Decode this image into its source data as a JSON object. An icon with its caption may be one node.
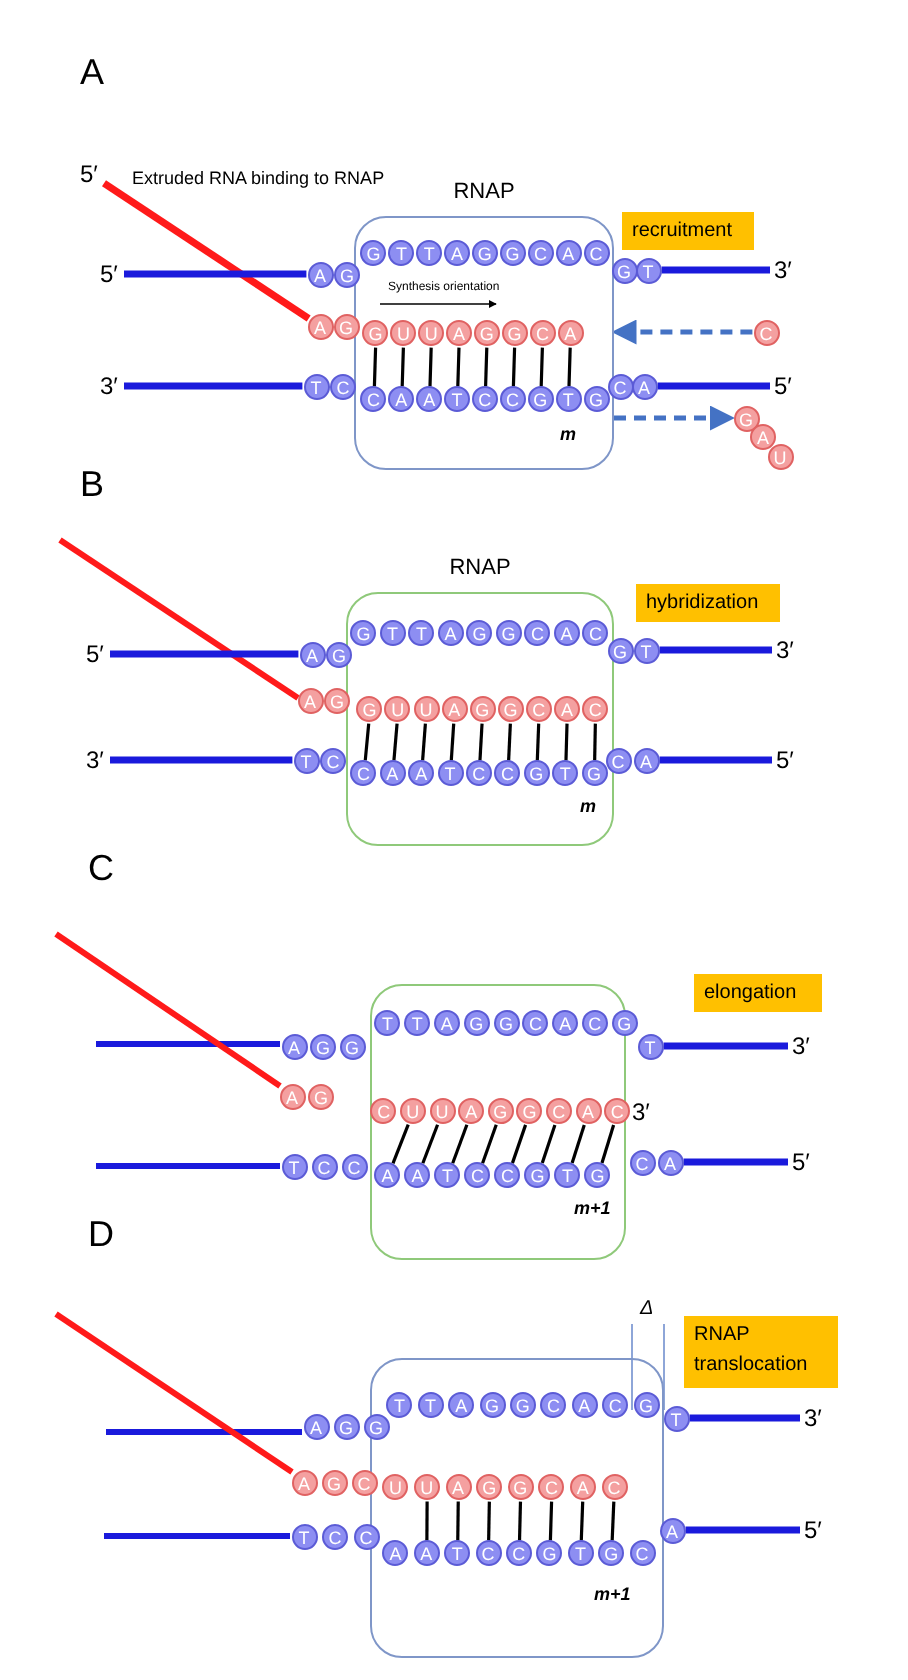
{
  "diagram": {
    "nodes": [
      {
        "text": [
          "RNAP"
        ]
      },
      {
        "text": [
          "recruitment"
        ]
      },
      {
        "text": [
          "A"
        ]
      },
      {
        "text": [
          "G"
        ]
      },
      {
        "text": [
          "G"
        ],
        "in": 0
      },
      {
        "text": [
          "T"
        ],
        "in": 0
      },
      {
        "text": [
          "T"
        ],
        "in": 0
      },
      {
        "text": [
          "A"
        ],
        "in": 0
      },
      {
        "text": [
          "G"
        ],
        "in": 0
      },
      {
        "text": [
          "G"
        ],
        "in": 0
      },
      {
        "text": [
          "C"
        ],
        "in": 0
      },
      {
        "text": [
          "A"
        ],
        "in": 0
      },
      {
        "text": [
          "C"
        ],
        "in": 0
      },
      {
        "text": [
          "G"
        ]
      },
      {
        "text": [
          "T"
        ]
      },
      {
        "text": [
          "A"
        ]
      },
      {
        "text": [
          "G"
        ]
      },
      {
        "text": [
          "G"
        ],
        "in": 0
      },
      {
        "text": [
          "U"
        ],
        "in": 0
      },
      {
        "text": [
          "U"
        ],
        "in": 0
      },
      {
        "text": [
          "A"
        ],
        "in": 0
      },
      {
        "text": [
          "G"
        ],
        "in": 0
      },
      {
        "text": [
          "G"
        ],
        "in": 0
      },
      {
        "text": [
          "C"
        ],
        "in": 0
      },
      {
        "text": [
          "A"
        ],
        "in": 0
      },
      {
        "text": [
          "T"
        ]
      },
      {
        "text": [
          "C"
        ]
      },
      {
        "text": [
          "C"
        ],
        "in": 0
      },
      {
        "text": [
          "A"
        ],
        "in": 0
      },
      {
        "text": [
          "A"
        ],
        "in": 0
      },
      {
        "text": [
          "T"
        ],
        "in": 0
      },
      {
        "text": [
          "C"
        ],
        "in": 0
      },
      {
        "text": [
          "C"
        ],
        "in": 0
      },
      {
        "text": [
          "G"
        ],
        "in": 0
      },
      {
        "text": [
          "T"
        ],
        "in": 0
      },
      {
        "text": [
          "G"
        ],
        "in": 0
      },
      {
        "text": [
          "C"
        ]
      },
      {
        "text": [
          "A"
        ]
      },
      {
        "text": [
          "C"
        ]
      },
      {
        "text": [
          "G"
        ]
      },
      {
        "text": [
          "A"
        ]
      },
      {
        "text": [
          "U"
        ]
      },
      {
        "text": [
          "RNAP"
        ]
      },
      {
        "text": [
          "hybridization"
        ]
      },
      {
        "text": [
          "A"
        ]
      },
      {
        "text": [
          "G"
        ]
      },
      {
        "text": [
          "G"
        ],
        "in": 42
      },
      {
        "text": [
          "T"
        ],
        "in": 42
      },
      {
        "text": [
          "T"
        ],
        "in": 42
      },
      {
        "text": [
          "A"
        ],
        "in": 42
      },
      {
        "text": [
          "G"
        ],
        "in": 42
      },
      {
        "text": [
          "G"
        ],
        "in": 42
      },
      {
        "text": [
          "C"
        ],
        "in": 42
      },
      {
        "text": [
          "A"
        ],
        "in": 42
      },
      {
        "text": [
          "C"
        ],
        "in": 42
      },
      {
        "text": [
          "G"
        ]
      },
      {
        "text": [
          "T"
        ]
      },
      {
        "text": [
          "A"
        ]
      },
      {
        "text": [
          "G"
        ]
      },
      {
        "text": [
          "G"
        ],
        "in": 42
      },
      {
        "text": [
          "U"
        ],
        "in": 42
      },
      {
        "text": [
          "U"
        ],
        "in": 42
      },
      {
        "text": [
          "A"
        ],
        "in": 42
      },
      {
        "text": [
          "G"
        ],
        "in": 42
      },
      {
        "text": [
          "G"
        ],
        "in": 42
      },
      {
        "text": [
          "C"
        ],
        "in": 42
      },
      {
        "text": [
          "A"
        ],
        "in": 42
      },
      {
        "text": [
          "C"
        ],
        "in": 42
      },
      {
        "text": [
          "T"
        ]
      },
      {
        "text": [
          "C"
        ]
      },
      {
        "text": [
          "C"
        ],
        "in": 42
      },
      {
        "text": [
          "A"
        ],
        "in": 42
      },
      {
        "text": [
          "A"
        ],
        "in": 42
      },
      {
        "text": [
          "T"
        ],
        "in": 42
      },
      {
        "text": [
          "C"
        ],
        "in": 42
      },
      {
        "text": [
          "C"
        ],
        "in": 42
      },
      {
        "text": [
          "G"
        ],
        "in": 42
      },
      {
        "text": [
          "T"
        ],
        "in": 42
      },
      {
        "text": [
          "G"
        ],
        "in": 42
      },
      {
        "text": [
          "C"
        ]
      },
      {
        "text": [
          "A"
        ]
      },
      {
        "text": [],
        "shape": "box"
      },
      {
        "text": [
          "elongation"
        ]
      },
      {
        "text": [
          "A"
        ]
      },
      {
        "text": [
          "G"
        ]
      },
      {
        "text": [
          "G"
        ]
      },
      {
        "text": [
          "T"
        ],
        "in": 81
      },
      {
        "text": [
          "T"
        ],
        "in": 81
      },
      {
        "text": [
          "A"
        ],
        "in": 81
      },
      {
        "text": [
          "G"
        ],
        "in": 81
      },
      {
        "text": [
          "G"
        ],
        "in": 81
      },
      {
        "text": [
          "C"
        ],
        "in": 81
      },
      {
        "text": [
          "A"
        ],
        "in": 81
      },
      {
        "text": [
          "C"
        ],
        "in": 81
      },
      {
        "text": [
          "G"
        ],
        "in": 81
      },
      {
        "text": [
          "T"
        ]
      },
      {
        "text": [
          "A"
        ]
      },
      {
        "text": [
          "G"
        ]
      },
      {
        "text": [
          "C"
        ],
        "in": 81
      },
      {
        "text": [
          "U"
        ],
        "in": 81
      },
      {
        "text": [
          "U"
        ],
        "in": 81
      },
      {
        "text": [
          "A"
        ],
        "in": 81
      },
      {
        "text": [
          "G"
        ],
        "in": 81
      },
      {
        "text": [
          "G"
        ],
        "in": 81
      },
      {
        "text": [
          "C"
        ],
        "in": 81
      },
      {
        "text": [
          "A"
        ],
        "in": 81
      },
      {
        "text": [
          "C"
        ],
        "in": 81,
        "beside": [
          "3′"
        ]
      },
      {
        "text": [
          "T"
        ]
      },
      {
        "text": [
          "C"
        ]
      },
      {
        "text": [
          "C"
        ]
      },
      {
        "text": [
          "A"
        ],
        "in": 81
      },
      {
        "text": [
          "A"
        ],
        "in": 81
      },
      {
        "text": [
          "T"
        ],
        "in": 81
      },
      {
        "text": [
          "C"
        ],
        "in": 81
      },
      {
        "text": [
          "C"
        ],
        "in": 81
      },
      {
        "text": [
          "G"
        ],
        "in": 81
      },
      {
        "text": [
          "T"
        ],
        "in": 81
      },
      {
        "text": [
          "G"
        ],
        "in": 81
      },
      {
        "text": [
          "C"
        ]
      },
      {
        "text": [
          "A"
        ]
      },
      {
        "text": [],
        "shape": "box"
      },
      {
        "text": [
          "RNAP translocation"
        ]
      },
      {
        "text": [
          "A"
        ]
      },
      {
        "text": [
          "G"
        ]
      },
      {
        "text": [
          "G"
        ]
      },
      {
        "text": [
          "T"
        ],
        "in": 120
      },
      {
        "text": [
          "T"
        ],
        "in": 120
      },
      {
        "text": [
          "A"
        ],
        "in": 120
      },
      {
        "text": [
          "G"
        ],
        "in": 120
      },
      {
        "text": [
          "G"
        ],
        "in": 120
      },
      {
        "text": [
          "C"
        ],
        "in": 120
      },
      {
        "text": [
          "A"
        ],
        "in": 120
      },
      {
        "text": [
          "C"
        ],
        "in": 120
      },
      {
        "text": [
          "G"
        ],
        "in": 120
      },
      {
        "text": [
          "T"
        ]
      },
      {
        "text": [
          "A"
        ]
      },
      {
        "text": [
          "G"
        ]
      },
      {
        "text": [
          "C"
        ]
      },
      {
        "text": [
          "U"
        ],
        "in": 120
      },
      {
        "text": [
          "U"
        ],
        "in": 120
      },
      {
        "text": [
          "A"
        ],
        "in": 120
      },
      {
        "text": [
          "G"
        ],
        "in": 120
      },
      {
        "text": [
          "G"
        ],
        "in": 120
      },
      {
        "text": [
          "C"
        ],
        "in": 120
      },
      {
        "text": [
          "A"
        ],
        "in": 120
      },
      {
        "text": [
          "C"
        ],
        "in": 120
      },
      {
        "text": [
          "T"
        ]
      },
      {
        "text": [
          "C"
        ]
      },
      {
        "text": [
          "C"
        ]
      },
      {
        "text": [
          "A"
        ],
        "in": 120
      },
      {
        "text": [
          "A"
        ],
        "in": 120
      },
      {
        "text": [
          "T"
        ],
        "in": 120
      },
      {
        "text": [
          "C"
        ],
        "in": 120
      },
      {
        "text": [
          "C"
        ],
        "in": 120
      },
      {
        "text": [
          "G"
        ],
        "in": 120
      },
      {
        "text": [
          "T"
        ],
        "in": 120
      },
      {
        "text": [
          "G"
        ],
        "in": 120
      },
      {
        "text": [
          "C"
        ],
        "in": 120
      },
      {
        "text": [
          "A"
        ]
      },
      {
        "text": [
          "5′"
        ]
      },
      {
        "text": [
          "5′"
        ]
      },
      {
        "text": [
          "3′"
        ]
      },
      {
        "text": [
          "3′"
        ]
      },
      {
        "text": [
          "5′"
        ]
      },
      {
        "text": [
          "5′"
        ]
      },
      {
        "text": [
          "3′"
        ]
      },
      {
        "text": [
          "3′"
        ]
      },
      {
        "text": [
          "5′"
        ]
      },
      {
        "text": [
          "3′"
        ]
      },
      {
        "text": [
          "5′"
        ]
      },
      {
        "text": [
          "3′"
        ]
      },
      {
        "text": [
          "5′"
        ]
      }
    ],
    "edges": [
      {
        "from": 38,
        "to": 0,
        "arrow": "to",
        "style": "dashed",
        "color": "#4472c4"
      },
      {
        "from": 0,
        "to": 39,
        "arrow": "to",
        "style": "dashed",
        "color": "#4472c4"
      },
      {
        "from": 17,
        "to": 27,
        "arrow": "none"
      },
      {
        "from": 18,
        "to": 28,
        "arrow": "none"
      },
      {
        "from": 19,
        "to": 29,
        "arrow": "none"
      },
      {
        "from": 20,
        "to": 30,
        "arrow": "none"
      },
      {
        "from": 21,
        "to": 31,
        "arrow": "none"
      },
      {
        "from": 22,
        "to": 32,
        "arrow": "none"
      },
      {
        "from": 23,
        "to": 33,
        "arrow": "none"
      },
      {
        "from": 24,
        "to": 34,
        "arrow": "none"
      },
      {
        "from": 59,
        "to": 70,
        "arrow": "none"
      },
      {
        "from": 60,
        "to": 71,
        "arrow": "none"
      },
      {
        "from": 61,
        "to": 72,
        "arrow": "none"
      },
      {
        "from": 62,
        "to": 73,
        "arrow": "none"
      },
      {
        "from": 63,
        "to": 74,
        "arrow": "none"
      },
      {
        "from": 64,
        "to": 75,
        "arrow": "none"
      },
      {
        "from": 65,
        "to": 76,
        "arrow": "none"
      },
      {
        "from": 66,
        "to": 77,
        "arrow": "none"
      },
      {
        "from": 67,
        "to": 78,
        "arrow": "none"
      },
      {
        "from": 99,
        "to": 110,
        "arrow": "none"
      },
      {
        "from": 100,
        "to": 111,
        "arrow": "none"
      },
      {
        "from": 101,
        "to": 112,
        "arrow": "none"
      },
      {
        "from": 102,
        "to": 113,
        "arrow": "none"
      },
      {
        "from": 103,
        "to": 114,
        "arrow": "none"
      },
      {
        "from": 104,
        "to": 115,
        "arrow": "none"
      },
      {
        "from": 105,
        "to": 116,
        "arrow": "none"
      },
      {
        "from": 106,
        "to": 117,
        "arrow": "none"
      },
      {
        "from": 139,
        "to": 150,
        "arrow": "none"
      },
      {
        "from": 140,
        "to": 151,
        "arrow": "none"
      },
      {
        "from": 141,
        "to": 152,
        "arrow": "none"
      },
      {
        "from": 142,
        "to": 153,
        "arrow": "none"
      },
      {
        "from": 143,
        "to": 154,
        "arrow": "none"
      },
      {
        "from": 144,
        "to": 155,
        "arrow": "none"
      },
      {
        "from": 145,
        "to": 156,
        "arrow": "none"
      },
      {
        "from": 159,
        "to": 15,
        "arrow": "none",
        "style": "thick",
        "color": "#ff1a1a"
      },
      {
        "from": 160,
        "to": 2,
        "arrow": "none",
        "style": "thick",
        "color": "#1a1adc"
      },
      {
        "from": 14,
        "to": 161,
        "arrow": "none",
        "style": "thick",
        "color": "#1a1adc"
      },
      {
        "from": 162,
        "to": 25,
        "arrow": "none",
        "style": "thick",
        "color": "#1a1adc"
      },
      {
        "from": 37,
        "to": 163,
        "arrow": "none",
        "style": "thick",
        "color": "#1a1adc"
      },
      {
        "from": 164,
        "to": 44,
        "arrow": "none",
        "style": "thick",
        "color": "#1a1adc"
      },
      {
        "from": 56,
        "to": 165,
        "arrow": "none",
        "style": "thick",
        "color": "#1a1adc"
      },
      {
        "from": 166,
        "to": 68,
        "arrow": "none",
        "style": "thick",
        "color": "#1a1adc"
      },
      {
        "from": 80,
        "to": 167,
        "arrow": "none",
        "style": "thick",
        "color": "#1a1adc"
      },
      {
        "from": 95,
        "to": 168,
        "arrow": "none",
        "style": "thick",
        "color": "#1a1adc"
      },
      {
        "from": 119,
        "to": 169,
        "arrow": "none",
        "style": "thick",
        "color": "#1a1adc"
      },
      {
        "from": 134,
        "to": 170,
        "arrow": "none",
        "style": "thick",
        "color": "#1a1adc"
      },
      {
        "from": 158,
        "to": 171,
        "arrow": "none",
        "style": "thick",
        "color": "#1a1adc"
      }
    ],
    "labels": [
      "A",
      "Extruded RNA binding to RNAP",
      "Synthesis orientation",
      "m",
      "B",
      "m",
      "C",
      "m+1",
      "D",
      "Δ",
      "m+1"
    ]
  }
}
